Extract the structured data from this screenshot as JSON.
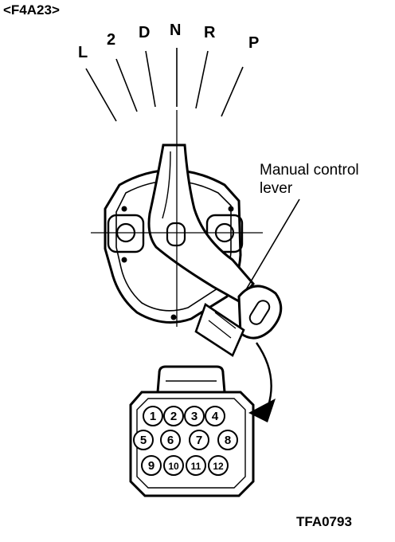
{
  "model_label": "<F4A23>",
  "shift_positions": [
    "L",
    "2",
    "D",
    "N",
    "R",
    "P"
  ],
  "callout": {
    "line1": "Manual control",
    "line2": "lever"
  },
  "connector_pins": [
    "1",
    "2",
    "3",
    "4",
    "5",
    "6",
    "7",
    "8",
    "9",
    "10",
    "11",
    "12"
  ],
  "figure_code": "TFA0793"
}
